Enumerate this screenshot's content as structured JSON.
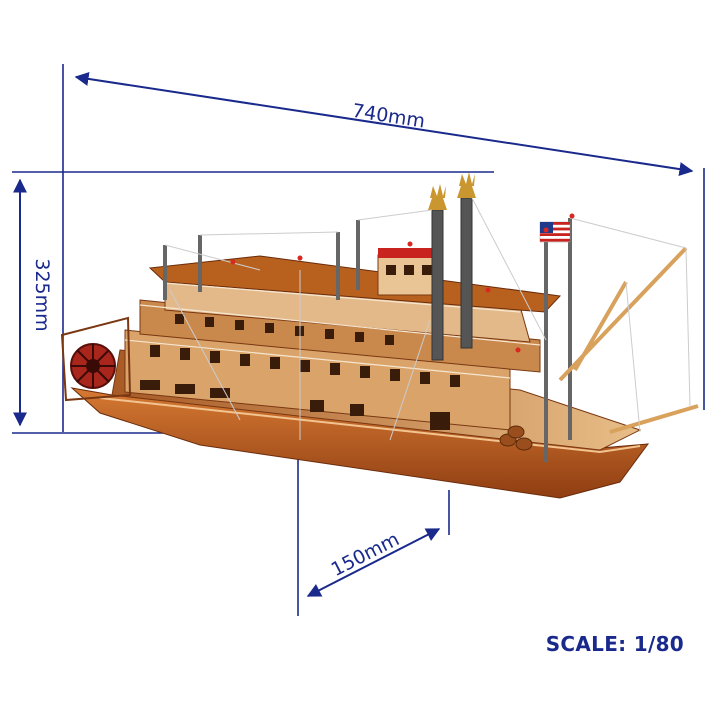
{
  "dimensions": {
    "length": "740mm",
    "height": "325mm",
    "width": "150mm"
  },
  "scale": "SCALE: 1/80",
  "flag": "us-flag",
  "colors": {
    "dimension_line": "#1a2a8c",
    "hull": "#b85a1f",
    "wood_light": "#e2b27a",
    "wood_dark": "#8a3f12",
    "chimney": "#555555",
    "accent_red": "#c8231e"
  }
}
